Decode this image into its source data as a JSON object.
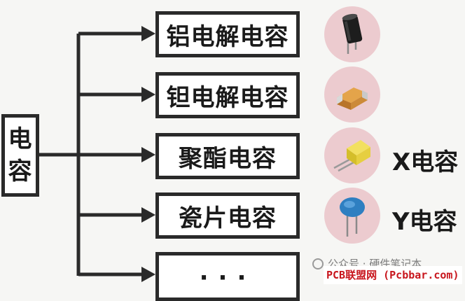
{
  "root": {
    "chars": [
      "电",
      "容"
    ]
  },
  "types": [
    {
      "label": "铝电解电容",
      "icon": "aluminum-electrolytic-capacitor-icon"
    },
    {
      "label": "钽电解电容",
      "icon": "tantalum-capacitor-icon"
    },
    {
      "label": "聚酯电容",
      "icon": "polyester-capacitor-icon",
      "side_label": "X电容"
    },
    {
      "label": "瓷片电容",
      "icon": "ceramic-disc-capacitor-icon",
      "side_label": "Y电容"
    },
    {
      "label": "···"
    }
  ],
  "watermark": {
    "text": "公众号 · 硬件笔记本",
    "icon": "wechat-icon"
  },
  "brand": "PCB联盟网 (Pcbbar.com)",
  "colors": {
    "line": "#2a2a2a",
    "icon_bg": "#eccbcf",
    "brand": "#c8161d"
  }
}
